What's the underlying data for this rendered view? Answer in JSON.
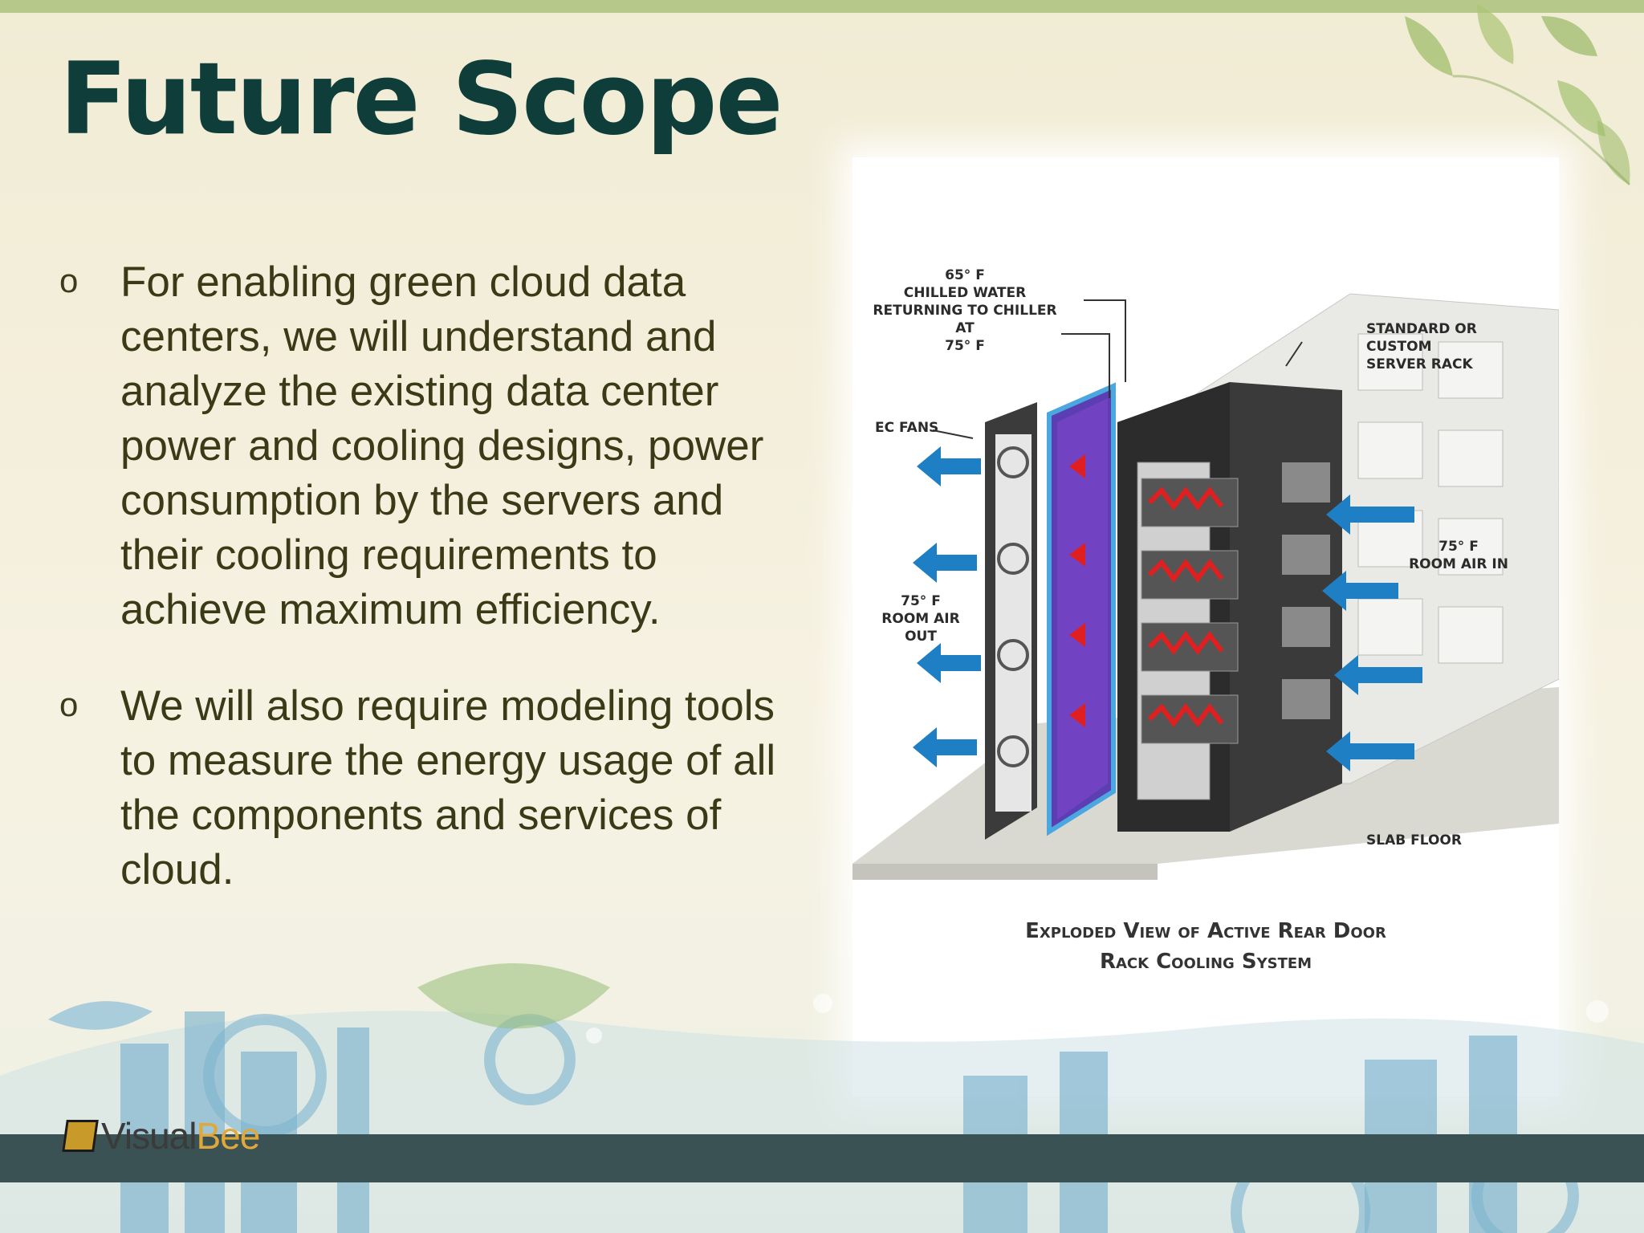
{
  "slide": {
    "title": "Future Scope",
    "bullets": [
      {
        "marker": "o",
        "text": "For enabling green cloud data centers, we will understand and analyze the existing data center power and cooling designs, power consumption by the servers and their cooling requirements to achieve maximum efficiency."
      },
      {
        "marker": "o",
        "text": "We will also require modeling tools to measure the energy usage of all the components and services of cloud."
      }
    ]
  },
  "figure": {
    "labels": {
      "chilled_water": "65° F\nCHILLED WATER\nRETURNING TO CHILLER AT\n75° F",
      "server_rack": "STANDARD OR CUSTOM\nSERVER RACK",
      "ec_fans": "EC FANS",
      "room_air_out": "75° F\nROOM AIR OUT",
      "room_air_in": "75° F\nROOM AIR IN",
      "slab_floor": "SLAB FLOOR"
    },
    "caption_line1": "Exploded View of Active Rear Door",
    "caption_line2": "Rack Cooling System"
  },
  "branding": {
    "logo_part1": "Visual",
    "logo_part2": "Bee"
  },
  "colors": {
    "title": "#0f3d39",
    "body_text": "#3a3a17",
    "footer_bar": "#3a5254",
    "arrow_blue": "#1f7fc4",
    "arrow_red": "#e02020"
  }
}
